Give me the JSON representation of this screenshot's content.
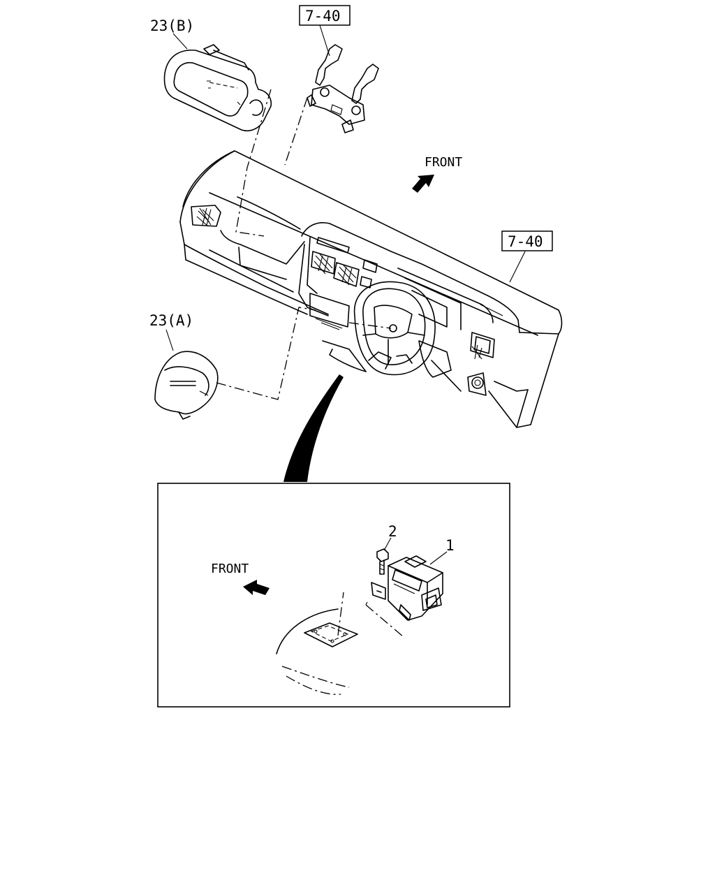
{
  "callouts": {
    "airbag_passenger": "23(B)",
    "airbag_driver": "23(A)",
    "ref_top": "7-40",
    "ref_right": "7-40",
    "part_1": "1",
    "part_2": "2"
  },
  "directions": {
    "front_top": "FRONT",
    "front_detail": "FRONT"
  }
}
